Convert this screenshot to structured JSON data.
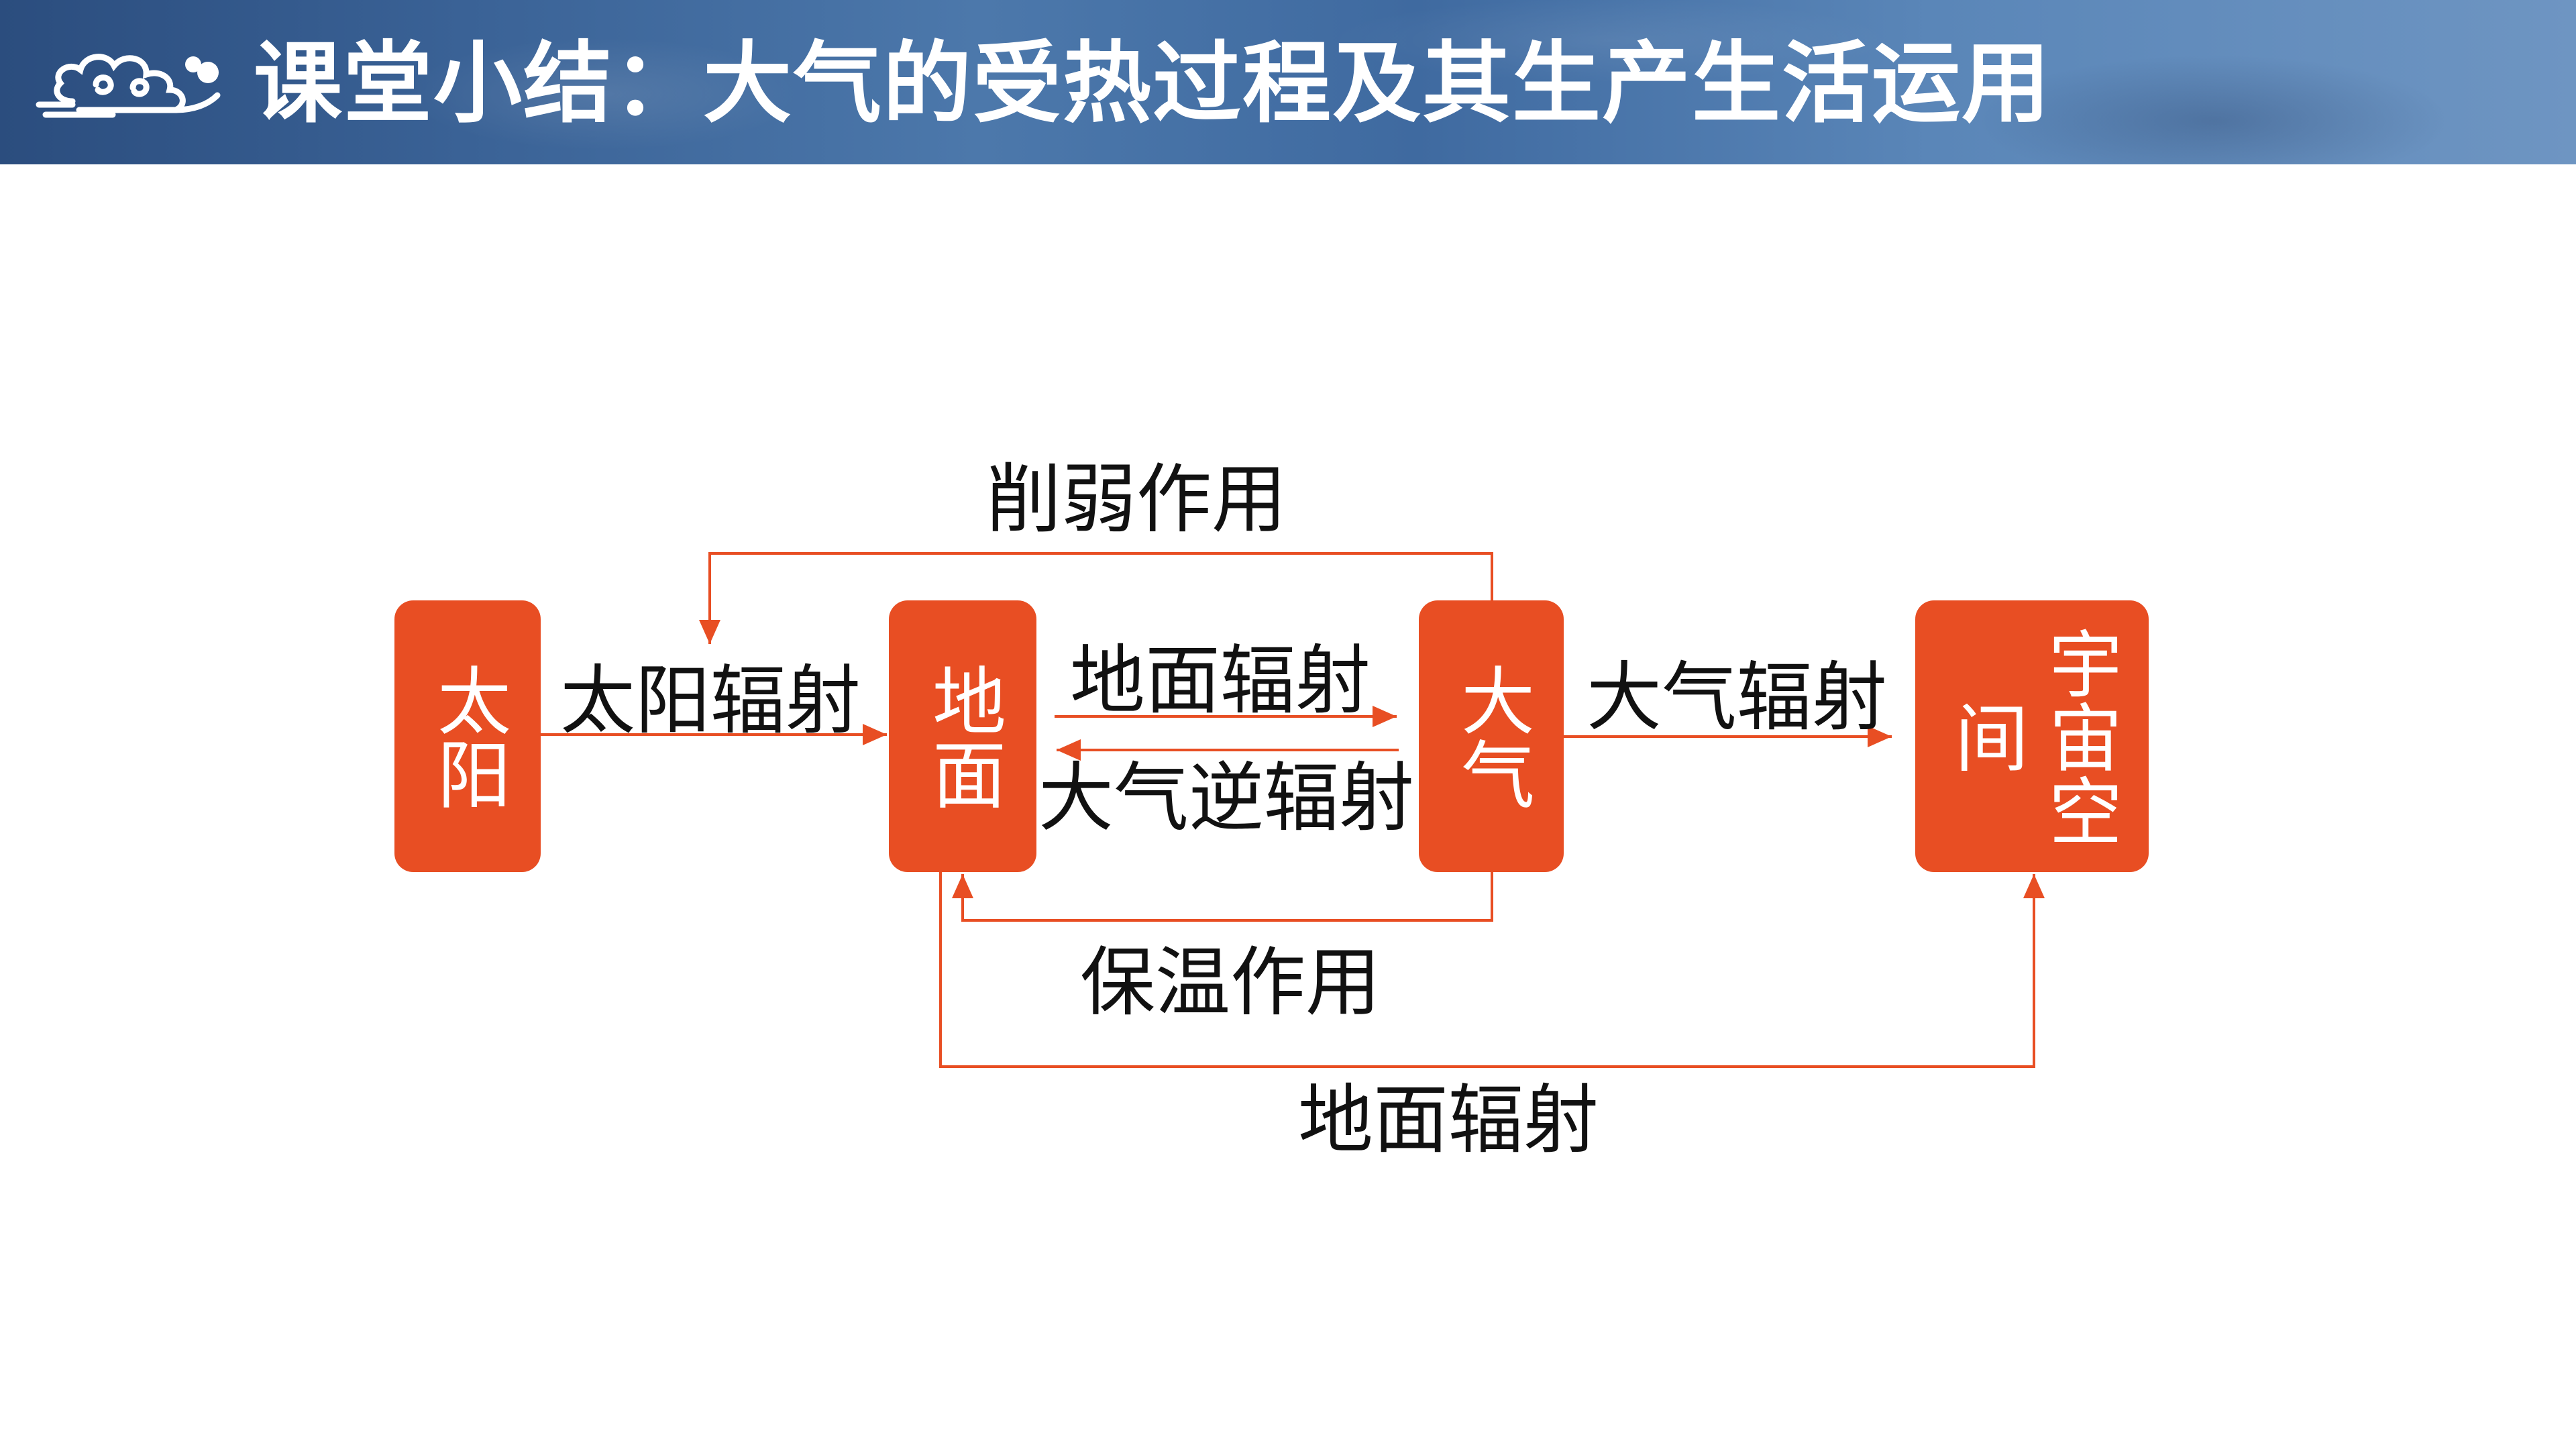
{
  "header": {
    "title": "课堂小结：大气的受热过程及其生产生活运用",
    "logo_icon": "auspicious-cloud-icon"
  },
  "colors": {
    "node_fill": "#e84e23",
    "arrow": "#e84e23",
    "header_bg": "#3a6296",
    "title_text": "#ffffff"
  },
  "diagram": {
    "nodes": {
      "sun": "太阳",
      "ground": "地面",
      "atmosphere": "大气",
      "space": "宇宙空间"
    },
    "edges": {
      "weakening": "削弱作用",
      "solar_radiation": "太阳辐射",
      "ground_radiation_to_atmosphere": "地面辐射",
      "atmospheric_counter_radiation": "大气逆辐射",
      "atmospheric_radiation": "大气辐射",
      "insulation": "保温作用",
      "ground_radiation_to_space": "地面辐射"
    }
  }
}
